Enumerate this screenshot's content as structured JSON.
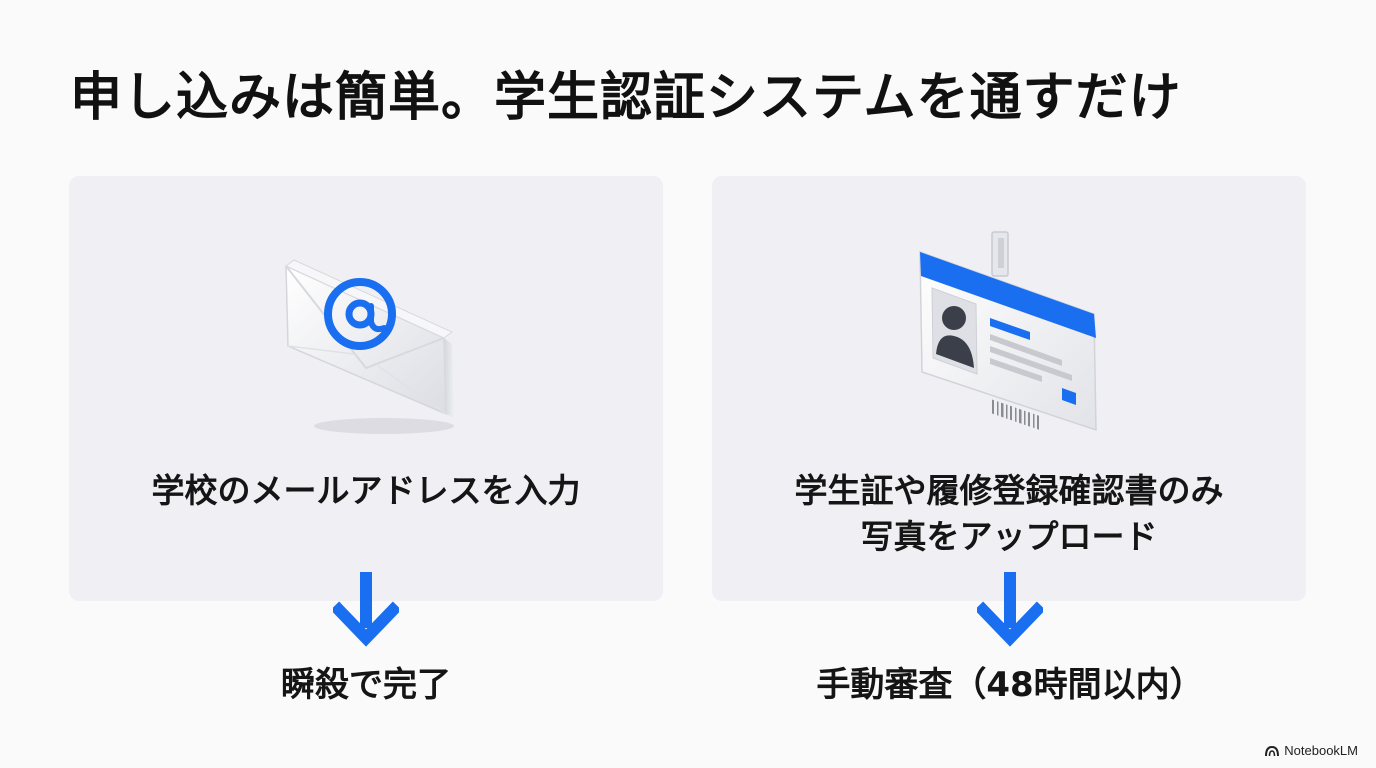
{
  "slide": {
    "title": "申し込みは簡単。学生認証システムを通すだけ"
  },
  "left": {
    "icon": "envelope-at-icon",
    "text": "学校のメールアドレスを入力",
    "result": "瞬殺で完了"
  },
  "right": {
    "icon": "student-id-card-icon",
    "line1": "学生証や履修登録確認書のみ",
    "line2": "写真をアップロード",
    "result": "手動審査（48時間以内）"
  },
  "footer": {
    "brand": "NotebookLM"
  },
  "colors": {
    "accent": "#1a6ff0",
    "card": "#f0f0f4",
    "background": "#fafafb"
  }
}
